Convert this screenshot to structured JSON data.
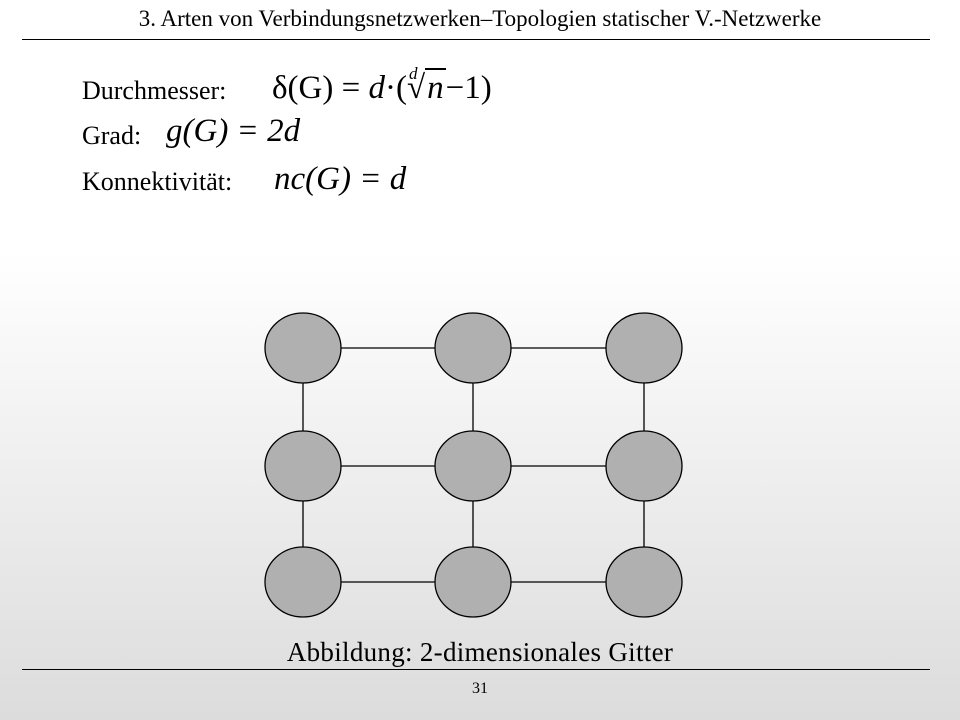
{
  "header": {
    "title": "3. Arten von Verbindungsnetzwerken–Topologien statischer V.-Netzwerke"
  },
  "properties": [
    {
      "label": "Durchmesser:",
      "formula_lhs": "δ(G) = ",
      "formula_d": "d",
      "formula_dot": "·",
      "root_index": "d",
      "root_radicand": "n",
      "formula_tail": "−1)",
      "formula_open": "("
    },
    {
      "label": "Grad:",
      "formula": "g(G) = 2d"
    },
    {
      "label": "Konnektivität:",
      "formula": "nc(G) = d"
    }
  ],
  "figure": {
    "caption": "Abbildung: 2-dimensionales Gitter",
    "node_color": "#b0b0b0",
    "edge_color": "#000000",
    "rows": 3,
    "cols": 3
  },
  "footer": {
    "page_number": "31"
  }
}
